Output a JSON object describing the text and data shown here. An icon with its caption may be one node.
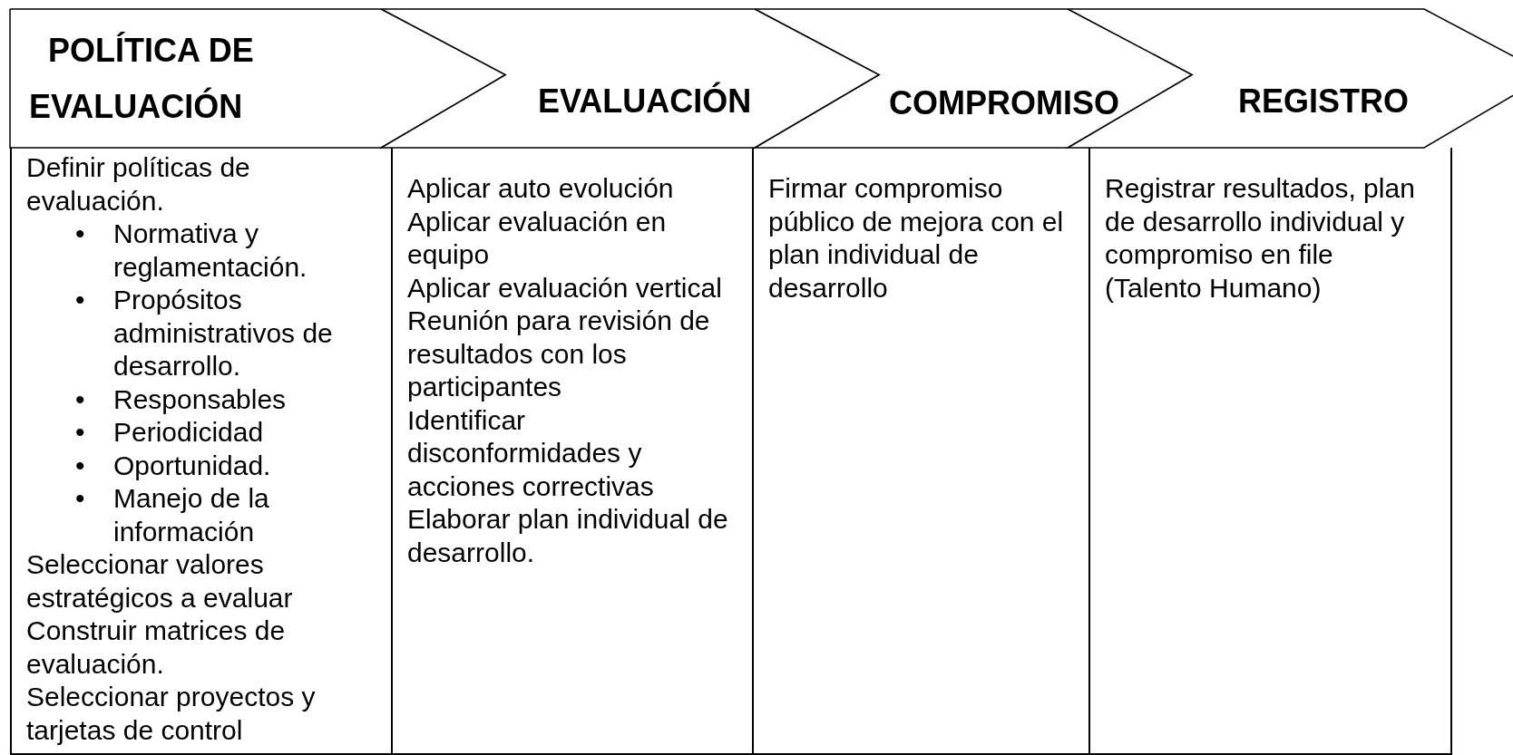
{
  "diagram": {
    "nodes": [
      {
        "text": [
          "POLÍTICA DE",
          "EVALUACIÓN"
        ]
      },
      {
        "text": [
          "EVALUACIÓN"
        ]
      },
      {
        "text": [
          "COMPROMISO"
        ]
      },
      {
        "text": [
          "REGISTRO"
        ]
      },
      {
        "text": [
          "Definir políticas de evaluación.",
          "Normativa y reglamentación.",
          "Propósitos administrativos de desarrollo.",
          "Responsables",
          "Periodicidad",
          "Oportunidad.",
          "Manejo de la información",
          "Seleccionar valores estratégicos a evaluar",
          "Construir matrices de evaluación.",
          "Seleccionar proyectos y tarjetas de control"
        ]
      },
      {
        "text": [
          "Aplicar auto evolución",
          "Aplicar evaluación en equipo",
          "Aplicar evaluación vertical",
          "Reunión para revisión de resultados con los participantes",
          "Identificar disconformidades y acciones correctivas",
          "Elaborar plan individual de desarrollo."
        ]
      },
      {
        "text": [
          "Firmar compromiso público de mejora con el plan individual de desarrollo"
        ]
      },
      {
        "text": [
          "Registrar resultados, plan de desarrollo individual y compromiso en file",
          "(Talento Humano)"
        ]
      }
    ],
    "edges": [],
    "labels": [
      "•",
      "•",
      "•",
      "•",
      "•",
      "•"
    ]
  }
}
